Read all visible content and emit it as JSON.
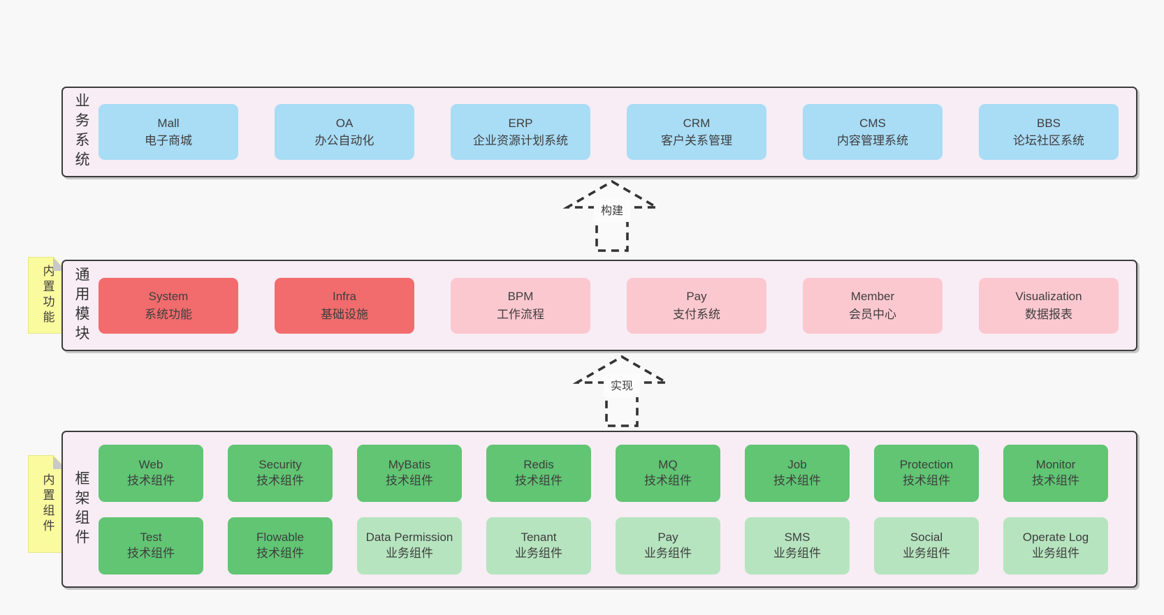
{
  "colors": {
    "blue": "#a9dcf5",
    "red": "#f26c6d",
    "pink": "#fcc8d0",
    "green_dark": "#61c573",
    "green_light": "#b6e4bf",
    "yellow_note": "#fafa9e"
  },
  "bands": [
    {
      "label": "业务系统",
      "boxes": [
        {
          "name": "Mall",
          "desc": "电子商城",
          "color": "blue"
        },
        {
          "name": "OA",
          "desc": "办公自动化",
          "color": "blue"
        },
        {
          "name": "ERP",
          "desc": "企业资源计划系统",
          "color": "blue"
        },
        {
          "name": "CRM",
          "desc": "客户关系管理",
          "color": "blue"
        },
        {
          "name": "CMS",
          "desc": "内容管理系统",
          "color": "blue"
        },
        {
          "name": "BBS",
          "desc": "论坛社区系统",
          "color": "blue"
        }
      ]
    },
    {
      "label": "通用模块",
      "note": "内置功能",
      "boxes": [
        {
          "name": "System",
          "desc": "系统功能",
          "color": "red"
        },
        {
          "name": "Infra",
          "desc": "基础设施",
          "color": "red"
        },
        {
          "name": "BPM",
          "desc": "工作流程",
          "color": "pink"
        },
        {
          "name": "Pay",
          "desc": "支付系统",
          "color": "pink"
        },
        {
          "name": "Member",
          "desc": "会员中心",
          "color": "pink"
        },
        {
          "name": "Visualization",
          "desc": "数据报表",
          "color": "pink"
        }
      ]
    },
    {
      "label": "框架组件",
      "note": "内置组件",
      "rows": [
        [
          {
            "name": "Web",
            "desc": "技术组件",
            "color": "green_dark"
          },
          {
            "name": "Security",
            "desc": "技术组件",
            "color": "green_dark"
          },
          {
            "name": "MyBatis",
            "desc": "技术组件",
            "color": "green_dark"
          },
          {
            "name": "Redis",
            "desc": "技术组件",
            "color": "green_dark"
          },
          {
            "name": "MQ",
            "desc": "技术组件",
            "color": "green_dark"
          },
          {
            "name": "Job",
            "desc": "技术组件",
            "color": "green_dark"
          },
          {
            "name": "Protection",
            "desc": "技术组件",
            "color": "green_dark"
          },
          {
            "name": "Monitor",
            "desc": "技术组件",
            "color": "green_dark"
          }
        ],
        [
          {
            "name": "Test",
            "desc": "技术组件",
            "color": "green_dark"
          },
          {
            "name": "Flowable",
            "desc": "技术组件",
            "color": "green_dark"
          },
          {
            "name": "Data Permission",
            "desc": "业务组件",
            "color": "green_light"
          },
          {
            "name": "Tenant",
            "desc": "业务组件",
            "color": "green_light"
          },
          {
            "name": "Pay",
            "desc": "业务组件",
            "color": "green_light"
          },
          {
            "name": "SMS",
            "desc": "业务组件",
            "color": "green_light"
          },
          {
            "name": "Social",
            "desc": "业务组件",
            "color": "green_light"
          },
          {
            "name": "Operate Log",
            "desc": "业务组件",
            "color": "green_light"
          }
        ]
      ]
    }
  ],
  "arrows": [
    {
      "label": "构建"
    },
    {
      "label": "实现"
    }
  ]
}
